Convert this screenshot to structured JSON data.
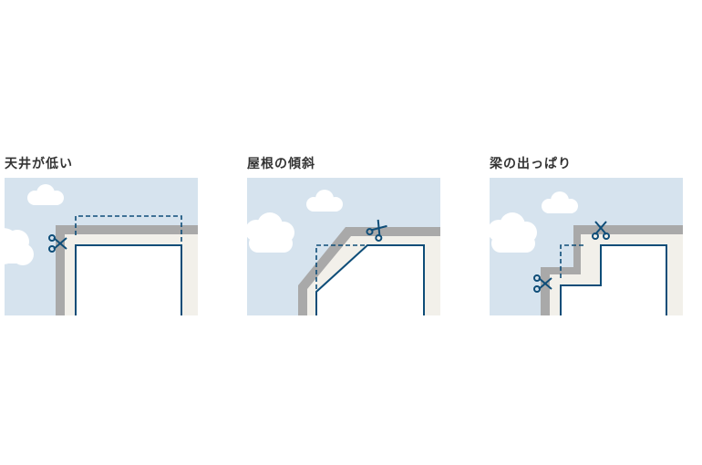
{
  "panels": [
    {
      "caption": "天井が低い",
      "cut_icon": "scissors-icon"
    },
    {
      "caption": "屋根の傾斜",
      "cut_icon": "scissors-icon"
    },
    {
      "caption": "梁の出っぱり",
      "cut_icon": "scissors-icon"
    }
  ],
  "colors": {
    "sky": "#d6e3ee",
    "cloud": "#ffffff",
    "roof": "#a9a9a9",
    "wall": "#f2f0ea",
    "room_line": "#0e4d78",
    "cut_line": "#0e4d78",
    "caption": "#333333"
  }
}
